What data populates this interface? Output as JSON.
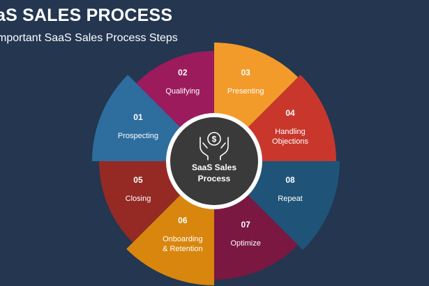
{
  "header": {
    "title": "aS SALES PROCESS",
    "subtitle": "mportant SaaS Sales Process Steps"
  },
  "center": {
    "label_line1": "SaaS Sales",
    "label_line2": "Process",
    "icon": "hands-dollar-icon"
  },
  "steps": [
    {
      "num": "01",
      "label": [
        "Prospecting"
      ],
      "color": "#2E6E9E"
    },
    {
      "num": "02",
      "label": [
        "Qualifying"
      ],
      "color": "#9B1B5C"
    },
    {
      "num": "03",
      "label": [
        "Presenting"
      ],
      "color": "#F29B2B"
    },
    {
      "num": "04",
      "label": [
        "Handling",
        "Objections"
      ],
      "color": "#C9372C"
    },
    {
      "num": "08",
      "label": [
        "Repeat"
      ],
      "color": "#1F5478"
    },
    {
      "num": "07",
      "label": [
        "Optimize"
      ],
      "color": "#7A1842"
    },
    {
      "num": "06",
      "label": [
        "Onboarding",
        "& Retention"
      ],
      "color": "#D8860E"
    },
    {
      "num": "05",
      "label": [
        "Closing"
      ],
      "color": "#952A25"
    }
  ]
}
